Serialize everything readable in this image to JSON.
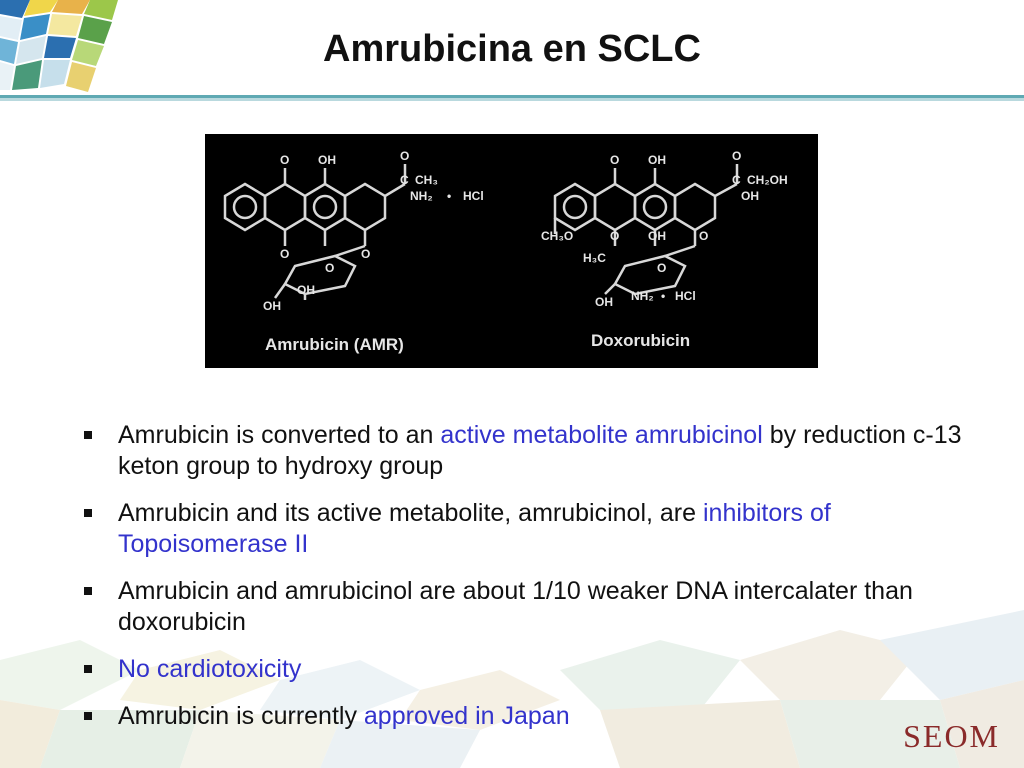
{
  "slide": {
    "title": "Amrubicina en SCLC"
  },
  "figure": {
    "left_molecule": {
      "name": "Amrubicin (AMR)",
      "labels": [
        "O",
        "OH",
        "O",
        "C",
        "CH₃",
        "NH₂",
        "•",
        "HCl",
        "O",
        "O",
        "OH",
        "OH",
        "O"
      ]
    },
    "right_molecule": {
      "name": "Doxorubicin",
      "labels": [
        "O",
        "OH",
        "O",
        "C",
        "CH₂OH",
        "OH",
        "CH₃O",
        "O",
        "OH",
        "O",
        "H₃C",
        "O",
        "OH",
        "NH₂",
        "•",
        "HCl"
      ]
    }
  },
  "bullets": [
    {
      "segments": [
        {
          "text": "Amrubicin is converted to an ",
          "highlight": false
        },
        {
          "text": "active metabolite amrubicinol",
          "highlight": true
        },
        {
          "text": " by reduction c-13 keton group to hydroxy group",
          "highlight": false
        }
      ]
    },
    {
      "segments": [
        {
          "text": "Amrubicin and its active metabolite, amrubicinol, are ",
          "highlight": false
        },
        {
          "text": "inhibitors of Topoisomerase II",
          "highlight": true
        }
      ]
    },
    {
      "segments": [
        {
          "text": "Amrubicin and amrubicinol are about 1/10 weaker DNA intercalater than doxorubicin",
          "highlight": false
        }
      ]
    },
    {
      "segments": [
        {
          "text": "No cardiotoxicity",
          "highlight": true
        }
      ]
    },
    {
      "segments": [
        {
          "text": "Amrubicin is currently ",
          "highlight": false
        },
        {
          "text": "approved in Japan",
          "highlight": true
        }
      ]
    }
  ],
  "branding": {
    "logo_text": "SEOM"
  },
  "colors": {
    "highlight": "#3333cc",
    "rule": "#5fa9b3",
    "brand": "#8a2a2a"
  }
}
